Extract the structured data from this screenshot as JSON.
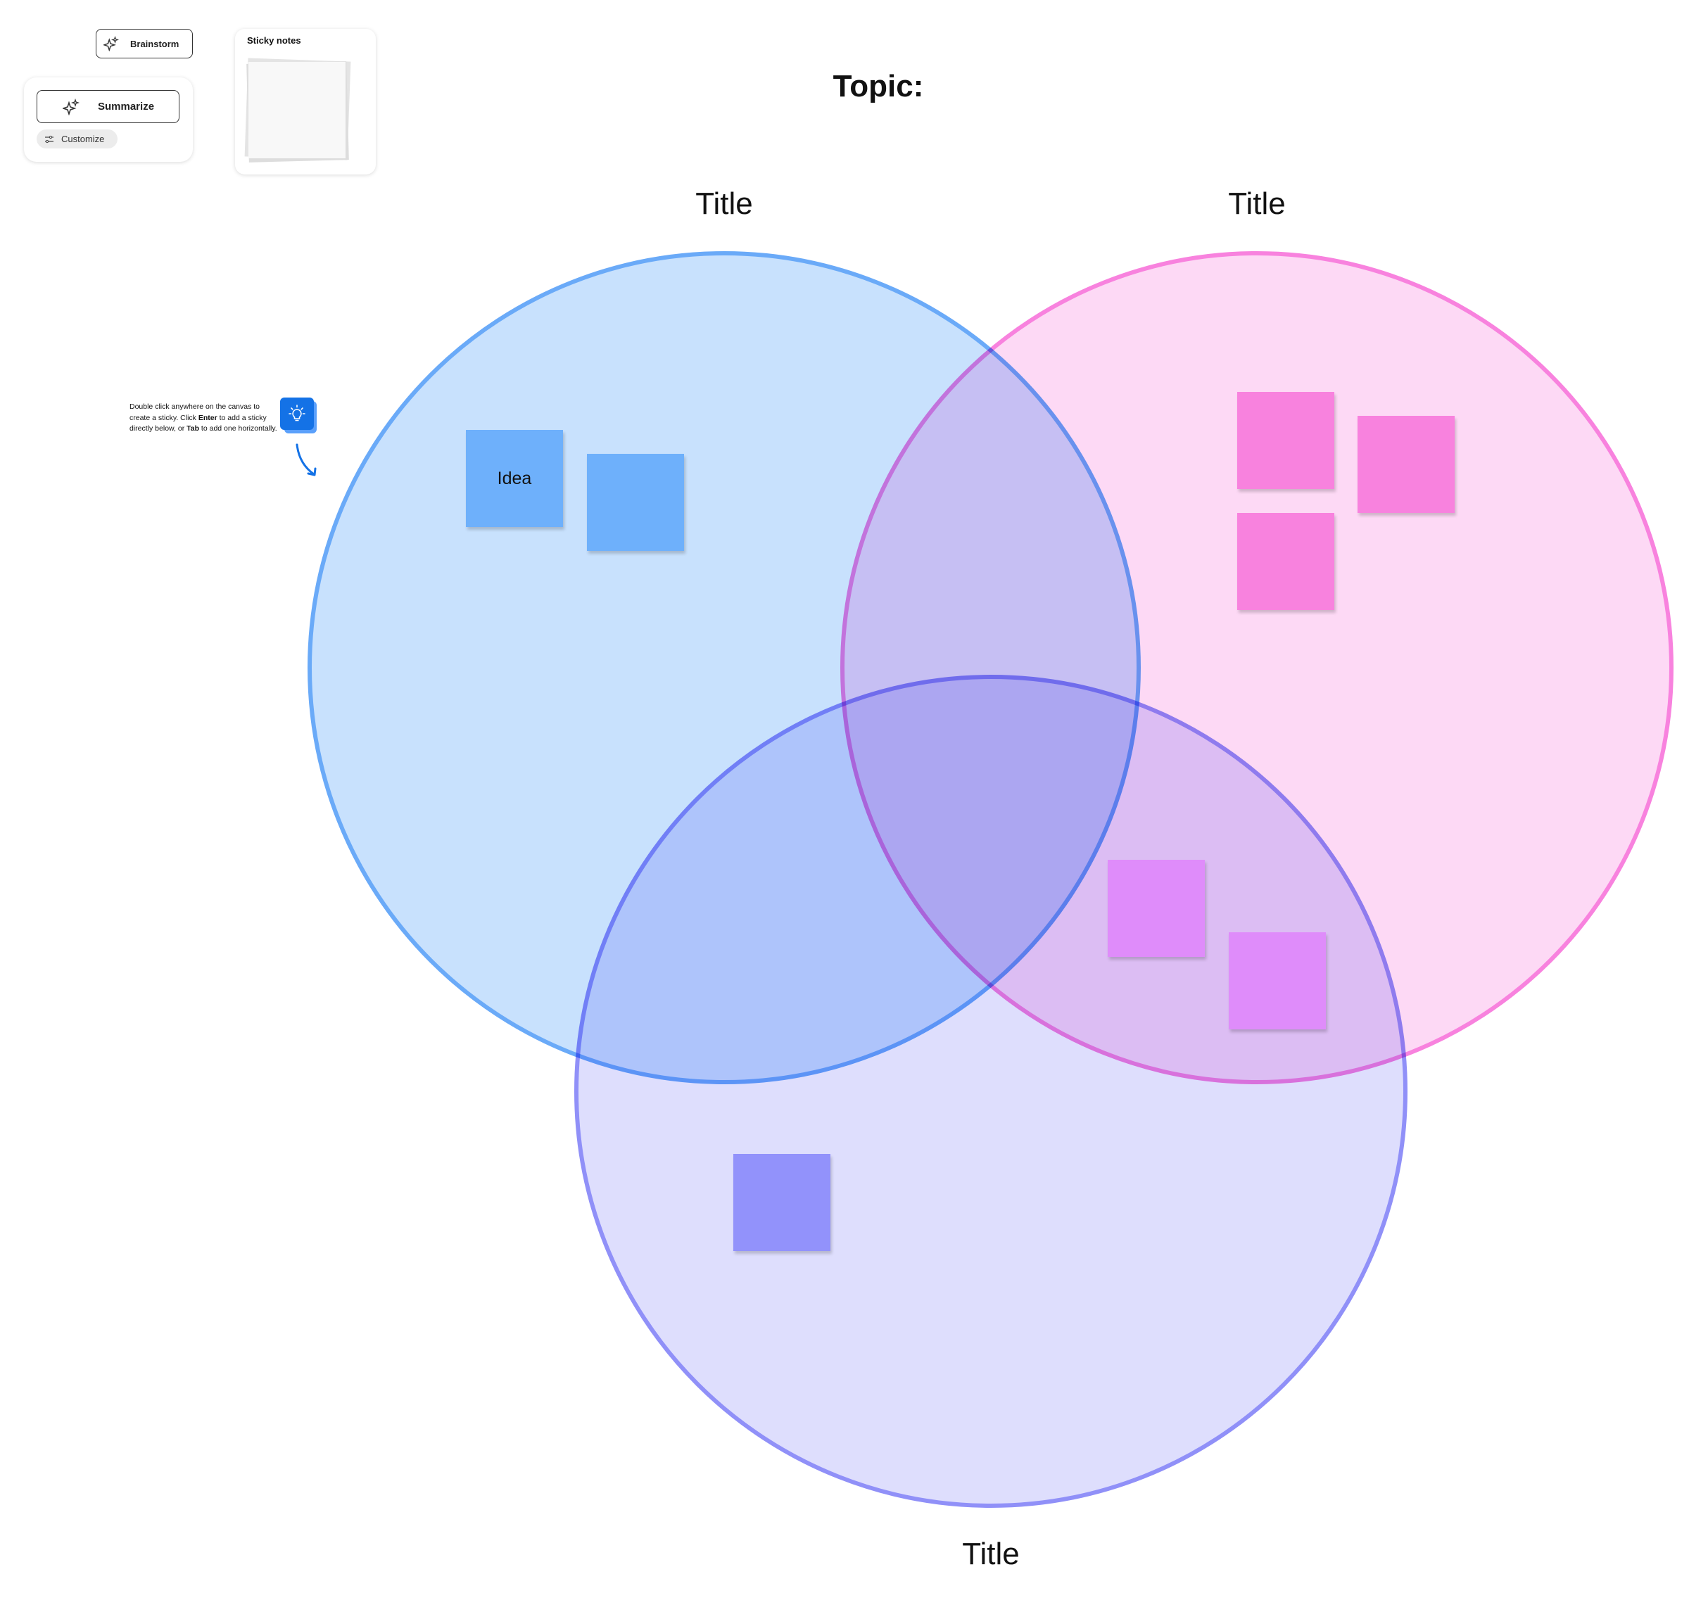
{
  "toolbar": {
    "brainstorm_label": "Brainstorm",
    "summarize_label": "Summarize",
    "customize_label": "Customize",
    "sticky_notes_label": "Sticky notes"
  },
  "hint": {
    "part1": "Double click anywhere on the canvas to create a sticky. Click ",
    "enter": "Enter",
    "part2": " to add a sticky directly below, or ",
    "tab": "Tab",
    "part3": " to add one horizontally."
  },
  "diagram": {
    "topic": "Topic:",
    "circles": [
      {
        "title": "Title",
        "fill": "#c8e1fd",
        "stroke": "#6aaaf8"
      },
      {
        "title": "Title",
        "fill": "#fdd9f5",
        "stroke": "#f882de"
      },
      {
        "title": "Title",
        "fill": "#dedefd",
        "stroke": "#9090f8"
      }
    ],
    "stickies": [
      {
        "text": "Idea",
        "color": "#6eb0fb"
      },
      {
        "text": "",
        "color": "#6eb0fb"
      },
      {
        "text": "",
        "color": "#f882de"
      },
      {
        "text": "",
        "color": "#f882de"
      },
      {
        "text": "",
        "color": "#f882de"
      },
      {
        "text": "",
        "color": "#df8cfa"
      },
      {
        "text": "",
        "color": "#df8cfa"
      },
      {
        "text": "",
        "color": "#9292fb"
      }
    ]
  }
}
